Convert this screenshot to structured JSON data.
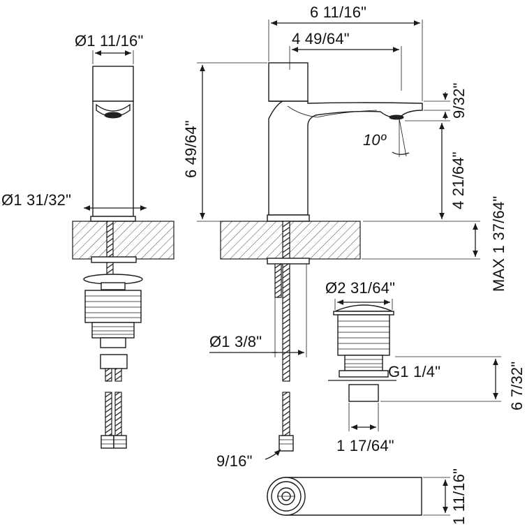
{
  "colors": {
    "line": "#1a1a1a",
    "background": "#ffffff"
  },
  "dimensions": {
    "overall_length": "6 11/16\"",
    "spout_reach": "4 49/64\"",
    "total_height": "6 49/64\"",
    "aerator_height": "9/32\"",
    "spout_outlet_height": "4 21/64\"",
    "spout_angle": "10º",
    "max_deck_thickness": "MAX 1 37/64\"",
    "body_diameter": "Ø1 11/16\"",
    "base_diameter": "Ø1 31/32\"",
    "hole_diameter": "Ø1 3/8\"",
    "drain_cap_diameter": "Ø2 31/64\"",
    "drain_thread": "G1 1/4\"",
    "drain_length": "6 7/32\"",
    "drain_nut_width": "1 17/64\"",
    "hose_connector": "9/16\"",
    "plan_width": "1 11/16\""
  }
}
